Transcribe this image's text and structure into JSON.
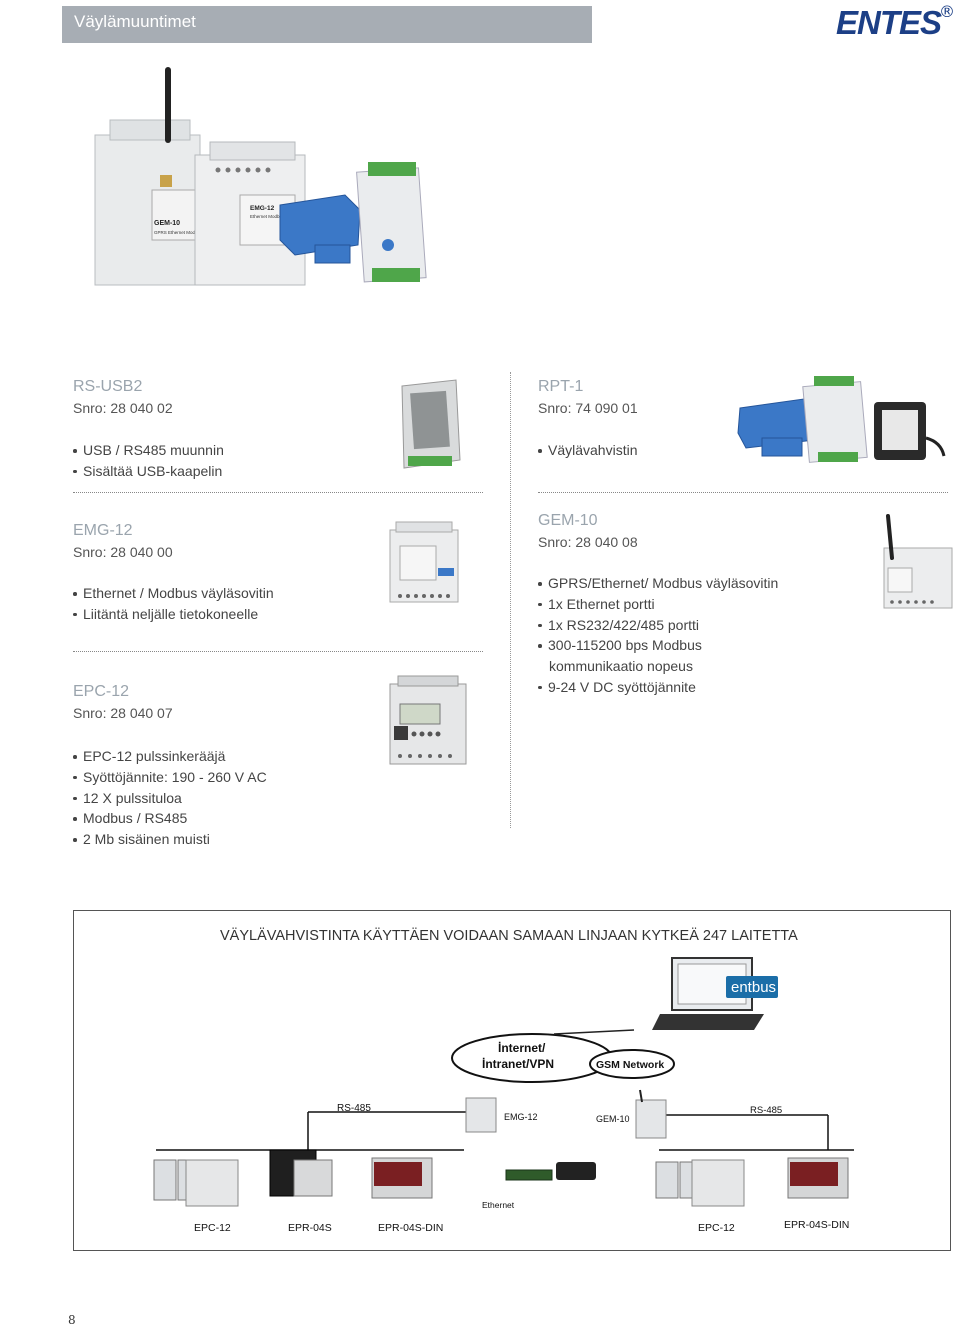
{
  "header": {
    "title": "Väylämuuntimet"
  },
  "logo": {
    "text": "ENTES",
    "mark": "®"
  },
  "products": {
    "rs_usb2": {
      "title": "RS-USB2",
      "code": "Snro: 28 040 02",
      "bullets": [
        "USB / RS485 muunnin",
        "Sisältää USB-kaapelin"
      ]
    },
    "rpt1": {
      "title": "RPT-1",
      "code": "Snro: 74 090 01",
      "bullets": [
        "Väylävahvistin"
      ]
    },
    "emg12": {
      "title": "EMG-12",
      "code": "Snro: 28 040 00",
      "bullets": [
        "Ethernet / Modbus väyläsovitin",
        "Liitäntä neljälle tietokoneelle"
      ]
    },
    "gem10": {
      "title": "GEM-10",
      "code": "Snro: 28 040 08",
      "bullets": [
        "GPRS/Ethernet/ Modbus väyläsovitin",
        "1x Ethernet portti",
        "1x RS232/422/485 portti",
        "300-115200 bps Modbus",
        "kommunikaatio nopeus",
        "9-24 V DC syöttöjännite"
      ]
    },
    "epc12": {
      "title": "EPC-12",
      "code": "Snro: 28 040 07",
      "bullets": [
        "EPC-12 pulssinkerääjä",
        "Syöttöjännite: 190 - 260 V AC",
        "12 X pulssituloa",
        "Modbus / RS485",
        "2 Mb sisäinen muisti"
      ]
    }
  },
  "device_labels": {
    "gem_label": "GEM-10",
    "gem_sub": "GPRS Ethernet Modbus Gateway",
    "emg_label": "EMG-12",
    "emg_sub": "Ethernet Modbus Gateway"
  },
  "diagram": {
    "title": "VÄYLÄVAHVISTINTA KÄYTTÄEN VOIDAAN SAMAAN LINJAAN KYTKEÄ 247 LAITETTA",
    "entbus": "entbus",
    "cloud_internet": "İnternet/",
    "cloud_intranet": "İntranet/VPN",
    "cloud_gsm": "GSM Network",
    "rs485_left": "RS-485",
    "rs485_right": "RS-485",
    "emg": "EMG-12",
    "gem": "GEM-10",
    "ethernet": "Ethernet",
    "epc12_left": "EPC-12",
    "epr04s": "EPR-04S",
    "epr04s_din_left": "EPR-04S-DIN",
    "epc12_right": "EPC-12",
    "epr04s_din_right": "EPR-04S-DIN"
  },
  "page": {
    "number": "8"
  },
  "colors": {
    "header_bar": "#a7adb4",
    "brand_blue": "#1c3f86",
    "device_blue": "#3b78c7",
    "panel_green": "#4fa64a"
  }
}
